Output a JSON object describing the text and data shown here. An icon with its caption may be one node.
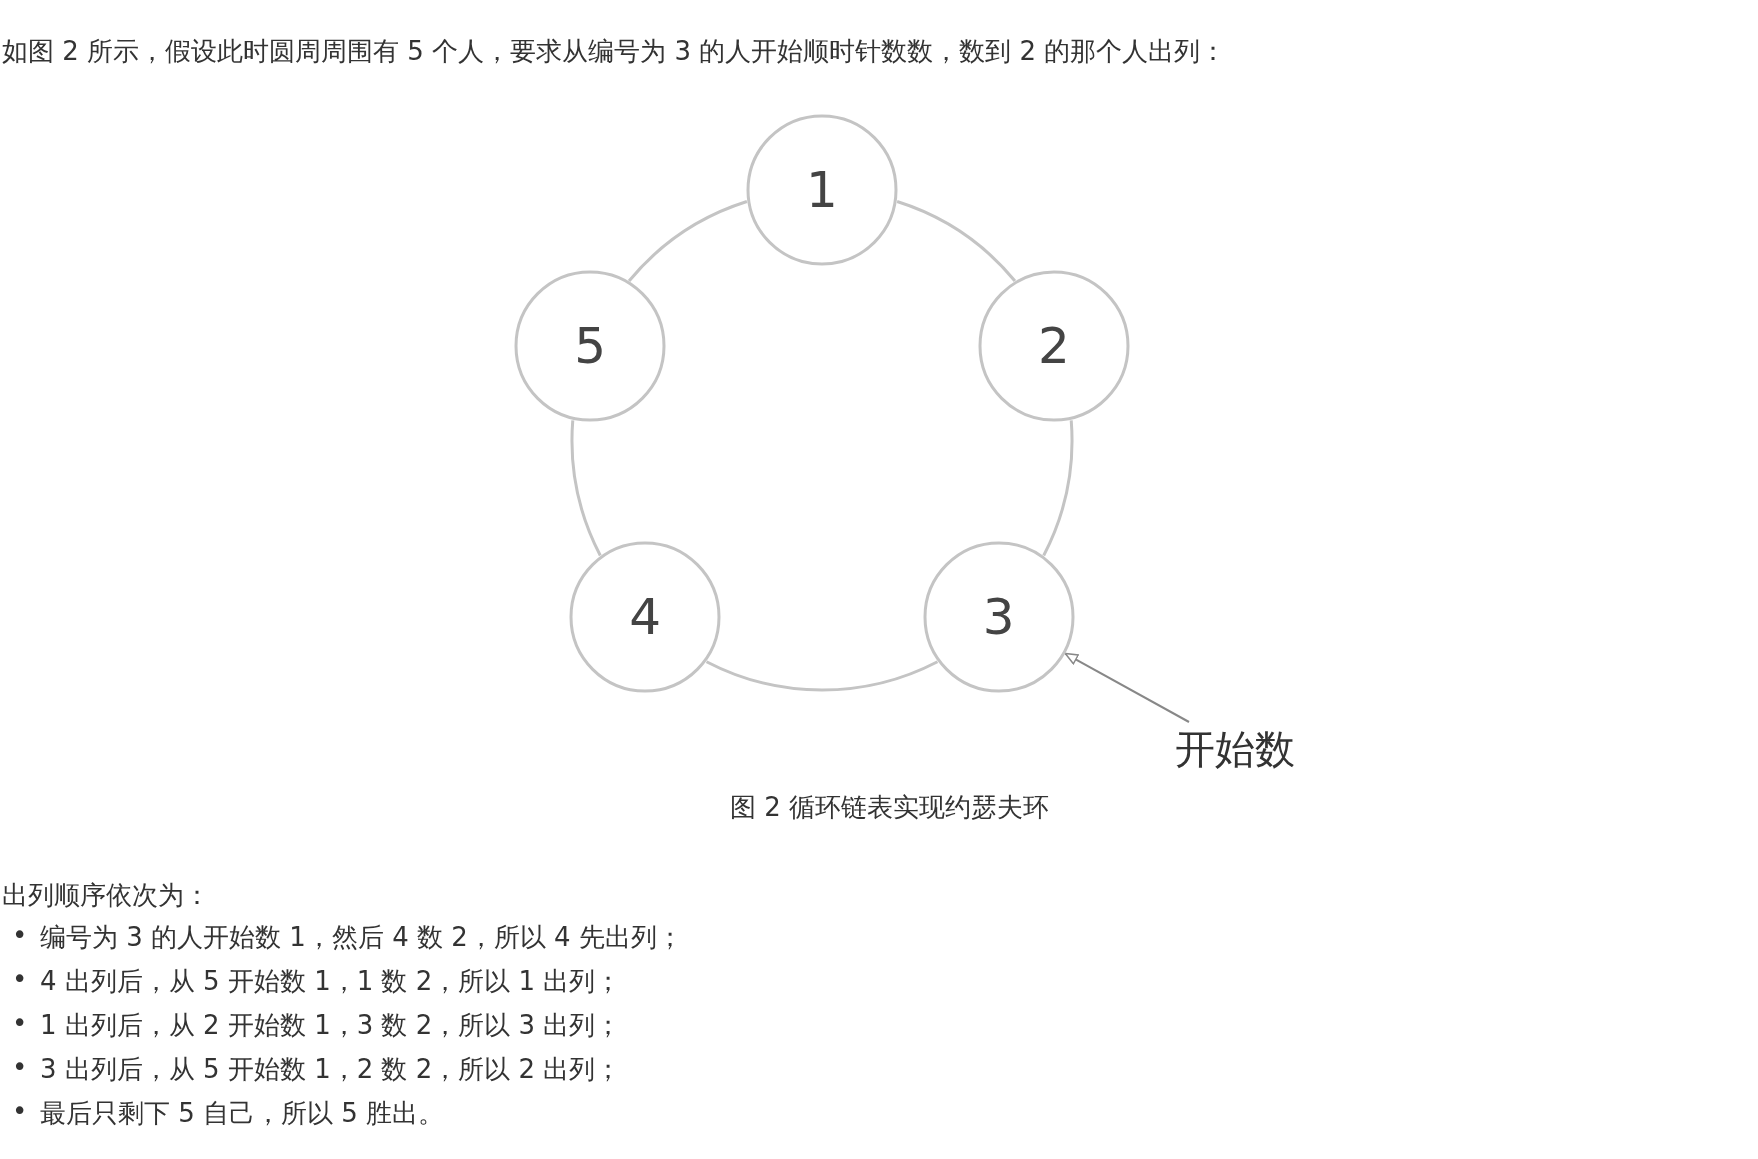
{
  "diagram": {
    "caption": "图 2 循环链表实现约瑟夫环",
    "nodes": [
      {
        "text": [
          "1"
        ]
      },
      {
        "text": [
          "2"
        ]
      },
      {
        "text": [
          "3"
        ]
      },
      {
        "text": [
          "4"
        ]
      },
      {
        "text": [
          "5"
        ]
      },
      {
        "text": [
          "开始数"
        ]
      }
    ],
    "edges": [
      {
        "from": 0,
        "to": 1,
        "arrow": "none"
      },
      {
        "from": 1,
        "to": 2,
        "arrow": "none"
      },
      {
        "from": 2,
        "to": 3,
        "arrow": "none"
      },
      {
        "from": 3,
        "to": 4,
        "arrow": "none"
      },
      {
        "from": 4,
        "to": 0,
        "arrow": "none"
      },
      {
        "from": 5,
        "to": 2,
        "arrow": "to"
      }
    ],
    "labels": [
      "如图 2 所示，假设此时圆周周围有 5 个人，要求从编号为 3 的人开始顺时针数数，数到 2 的那个人出列：",
      "出列顺序依次为：",
      "•",
      "编号为 3 的人开始数 1，然后 4 数 2，所以 4 先出列；",
      "•",
      "4 出列后，从 5 开始数 1，1 数 2，所以 1 出列；",
      "•",
      "1 出列后，从 2 开始数 1，3 数 2，所以 3 出列；",
      "•",
      "3 出列后，从 5 开始数 1，2 数 2，所以 2 出列；",
      "•",
      "最后只剩下 5 自己，所以 5 胜出。"
    ]
  }
}
